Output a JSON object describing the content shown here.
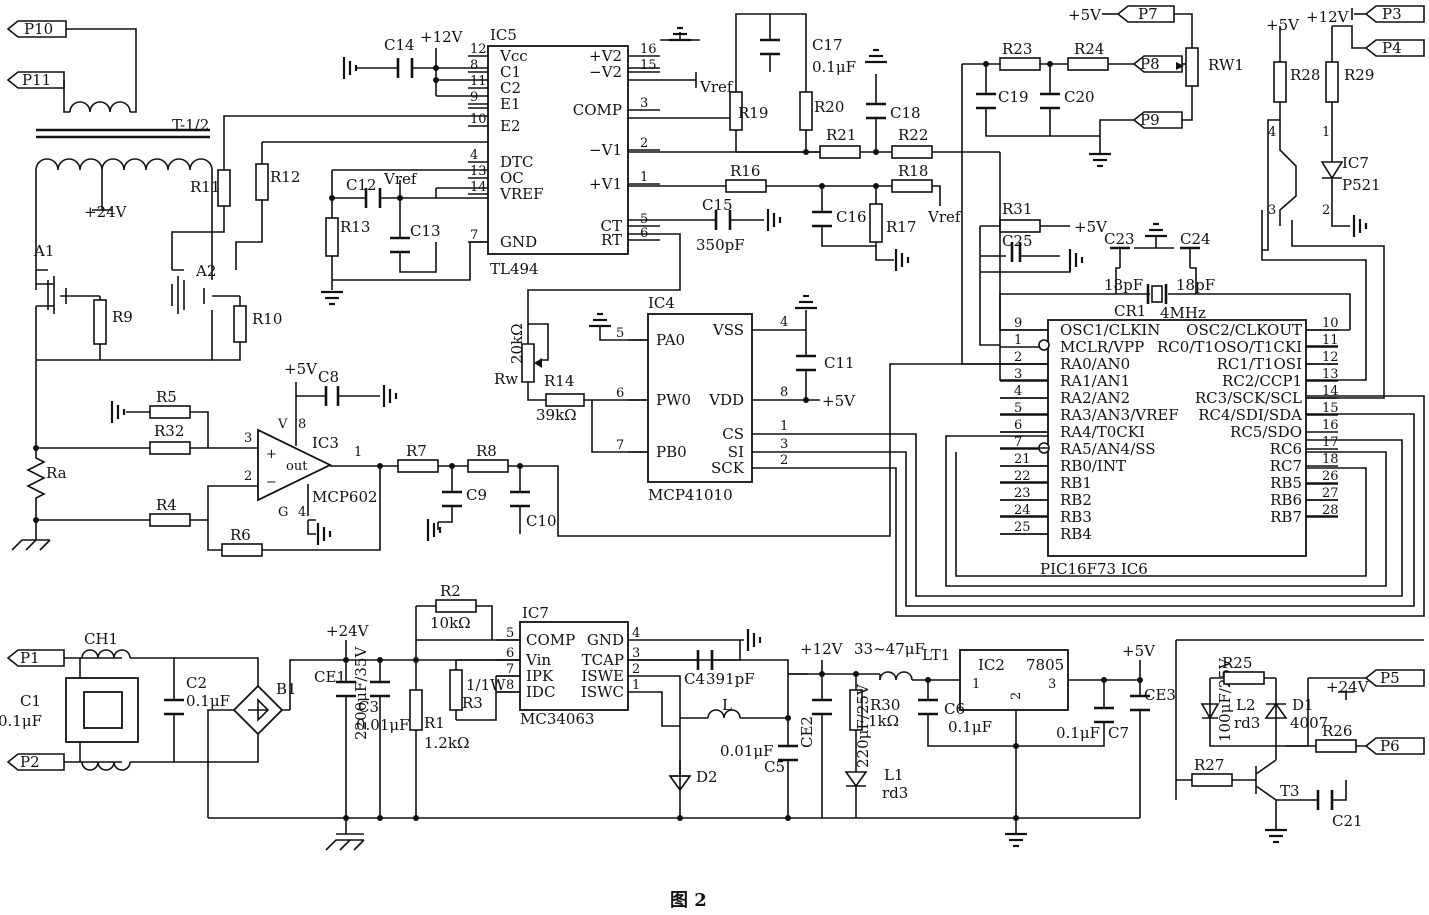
{
  "caption": "图 2",
  "ports": {
    "p10": "P10",
    "p11": "P11",
    "p1": "P1",
    "p2": "P2",
    "p7": "P7",
    "p8": "P8",
    "p9": "P9",
    "p3": "P3",
    "p4": "P4",
    "p5": "P5",
    "p6": "P6"
  },
  "rails": {
    "p12v": "+12V",
    "p5v": "+5V",
    "p24v": "+24V",
    "vref": "Vref"
  },
  "transformer": {
    "label": "T-1/2",
    "tap": "+24V"
  },
  "ic5": {
    "ref": "IC5",
    "part": "TL494",
    "left_pins": [
      {
        "num": "12",
        "name": "Vcc"
      },
      {
        "num": "8",
        "name": "C1"
      },
      {
        "num": "11",
        "name": "C2"
      },
      {
        "num": "9",
        "name": "E1"
      },
      {
        "num": "10",
        "name": "E2"
      },
      {
        "num": "4",
        "name": "DTC"
      },
      {
        "num": "13",
        "name": "OC"
      },
      {
        "num": "14",
        "name": "VREF"
      },
      {
        "num": "7",
        "name": "GND"
      }
    ],
    "right_pins": [
      {
        "num": "16",
        "name": "+V2"
      },
      {
        "num": "15",
        "name": "−V2"
      },
      {
        "num": "3",
        "name": "COMP"
      },
      {
        "num": "2",
        "name": "−V1"
      },
      {
        "num": "1",
        "name": "+V1"
      },
      {
        "num": "5",
        "name": "CT"
      },
      {
        "num": "6",
        "name": "RT"
      }
    ]
  },
  "ic4": {
    "ref": "IC4",
    "part": "MCP41010",
    "left_pins": [
      {
        "num": "5",
        "name": "PA0"
      },
      {
        "num": "6",
        "name": "PW0"
      },
      {
        "num": "7",
        "name": "PB0"
      }
    ],
    "right_pins": [
      {
        "num": "4",
        "name": "VSS"
      },
      {
        "num": "8",
        "name": "VDD"
      },
      {
        "num": "1",
        "name": "CS"
      },
      {
        "num": "3",
        "name": "SI"
      },
      {
        "num": "2",
        "name": "SCK"
      }
    ]
  },
  "ic6": {
    "ref": "PIC16F73   IC6",
    "left_pins": [
      {
        "num": "9",
        "name": "OSC1/CLKIN"
      },
      {
        "num": "1",
        "name": "MCLR/VPP"
      },
      {
        "num": "2",
        "name": "RA0/AN0"
      },
      {
        "num": "3",
        "name": "RA1/AN1"
      },
      {
        "num": "4",
        "name": "RA2/AN2"
      },
      {
        "num": "5",
        "name": "RA3/AN3/VREF"
      },
      {
        "num": "6",
        "name": "RA4/T0CKI"
      },
      {
        "num": "7",
        "name": "RA5/AN4/SS"
      },
      {
        "num": "21",
        "name": "RB0/INT"
      },
      {
        "num": "22",
        "name": "RB1"
      },
      {
        "num": "23",
        "name": "RB2"
      },
      {
        "num": "24",
        "name": "RB3"
      },
      {
        "num": "25",
        "name": "RB4"
      }
    ],
    "right_pins": [
      {
        "num": "10",
        "name": "OSC2/CLKOUT"
      },
      {
        "num": "11",
        "name": "RC0/T1OSO/T1CKI"
      },
      {
        "num": "12",
        "name": "RC1/T1OSI"
      },
      {
        "num": "13",
        "name": "RC2/CCP1"
      },
      {
        "num": "14",
        "name": "RC3/SCK/SCL"
      },
      {
        "num": "15",
        "name": "RC4/SDI/SDA"
      },
      {
        "num": "16",
        "name": "RC5/SDO"
      },
      {
        "num": "17",
        "name": "RC6"
      },
      {
        "num": "18",
        "name": "RC7"
      },
      {
        "num": "26",
        "name": "RB5"
      },
      {
        "num": "27",
        "name": "RB6"
      },
      {
        "num": "28",
        "name": "RB7"
      }
    ]
  },
  "ic3": {
    "ref": "IC3",
    "part": "MCP602",
    "out": "out",
    "pins": {
      "in_p": "3",
      "in_n": "2",
      "out": "1",
      "vdd": "8",
      "vss": "4",
      "v": "V",
      "g": "G"
    }
  },
  "ic7": {
    "ref": "IC7",
    "part": "MC34063",
    "left_pins": [
      {
        "num": "5",
        "name": "COMP"
      },
      {
        "num": "6",
        "name": "Vin"
      },
      {
        "num": "7",
        "name": "IPK"
      },
      {
        "num": "8",
        "name": "IDC"
      }
    ],
    "right_pins": [
      {
        "num": "4",
        "name": "GND"
      },
      {
        "num": "3",
        "name": "TCAP"
      },
      {
        "num": "2",
        "name": "ISWE"
      },
      {
        "num": "1",
        "name": "ISWC"
      }
    ]
  },
  "ic2": {
    "ref": "IC2",
    "part": "7805",
    "p1": "1",
    "p2": "2",
    "p3": "3"
  },
  "opto": {
    "ref": "IC7",
    "part": "P521",
    "p1": "1",
    "p2": "2",
    "p3": "3",
    "p4": "4"
  },
  "labels": {
    "c14": "C14",
    "c17": "C17",
    "c17v": "0.1μF",
    "c18": "C18",
    "r19": "R19",
    "r20": "R20",
    "r21": "R21",
    "r22": "R22",
    "r16": "R16",
    "r18": "R18",
    "r17": "R17",
    "c16": "C16",
    "c15": "C15",
    "c15v": "350pF",
    "r11": "R11",
    "r12": "R12",
    "r13": "R13",
    "c12": "C12",
    "c13": "C13",
    "a1": "A1",
    "a2": "A2",
    "r9": "R9",
    "r10": "R10",
    "ra": "Ra",
    "r5": "R5",
    "r32": "R32",
    "r4": "R4",
    "r6": "R6",
    "c8": "C8",
    "r7": "R7",
    "r8": "R8",
    "c9": "C9",
    "c10": "C10",
    "rw": "Rw",
    "rwv": "20kΩ",
    "r14": "R14",
    "r14v": "39kΩ",
    "c11": "C11",
    "r23": "R23",
    "r24": "R24",
    "c19": "C19",
    "c20": "C20",
    "rw1": "RW1",
    "r28": "R28",
    "r29": "R29",
    "r31": "R31",
    "c25": "C25",
    "c23": "C23",
    "c24": "C24",
    "c23v": "18pF",
    "c24v": "18pF",
    "cr1": "CR1",
    "cr1v": "4MHz",
    "ch1": "CH1",
    "c1": "C1",
    "c1v": "0.1μF",
    "c2": "C2",
    "c2v": "0.1μF",
    "b1": "B1",
    "ce1": "CE1",
    "ce1v": "2200μF/35V",
    "c3": "C3",
    "c3v": "0.01μF",
    "r1": "R1",
    "r1v": "1.2kΩ",
    "r2": "R2",
    "r2v": "10kΩ",
    "r3": "R3",
    "r3w": "1/1W",
    "c4": "C4",
    "c4v": "391pF",
    "l": "L",
    "c5": "C5",
    "c5v": "0.01μF",
    "d2": "D2",
    "ce2": "CE2",
    "ce2v": "220μF/25V",
    "r30": "R30",
    "r30v": "1kΩ",
    "l1": "L1",
    "l1v": "rd3",
    "lt1v": "33~47μF",
    "lt1": "LT1",
    "c6": "C6",
    "c6v": "0.1μF",
    "c7": "C7",
    "c7v": "0.1μF",
    "ce3": "CE3",
    "ce3v": "100μF/25V",
    "r25": "R25",
    "l2": "L2",
    "l2v": "rd3",
    "d1": "D1",
    "d1v": "4007",
    "r26": "R26",
    "r27": "R27",
    "t3": "T3",
    "c21": "C21"
  }
}
